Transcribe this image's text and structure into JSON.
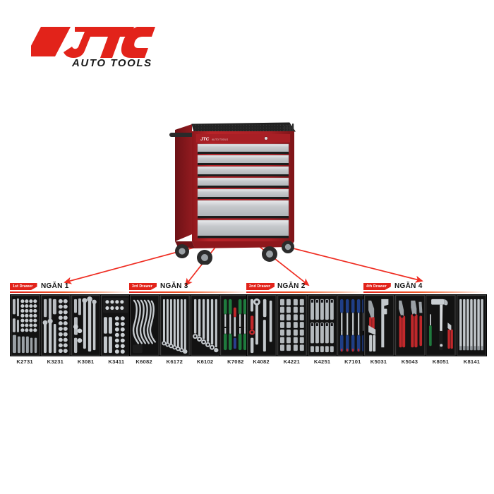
{
  "brand": {
    "name": "JTC",
    "tagline": "AUTO TOOLS",
    "red": "#e2231a",
    "black": "#1a1a1a"
  },
  "product": {
    "type": "roller-tool-cabinet",
    "body_color": "#b01f24",
    "drawer_color": "#c9cbcd",
    "drawer_count": 7,
    "caster_count": 4,
    "decal": "JTC"
  },
  "colors": {
    "accent": "#e2231a",
    "arrow": "#ef2d22",
    "background": "#ffffff",
    "tray": "#0d0d0d",
    "text": "#141414"
  },
  "panels": [
    {
      "ribbon": "1st Drawer",
      "title": "NGĂN 1",
      "items": [
        {
          "code": "K2731",
          "kind": "socket-set"
        },
        {
          "code": "K3231",
          "kind": "ratchet-set"
        },
        {
          "code": "K3081",
          "kind": "ratchet-extension-set"
        },
        {
          "code": "K3411",
          "kind": "deep-socket-set"
        }
      ]
    },
    {
      "ribbon": "3rd Drawer",
      "title": "NGĂN 3",
      "items": [
        {
          "code": "K6082",
          "kind": "offset-wrench-set"
        },
        {
          "code": "K6172",
          "kind": "combination-wrench-set"
        },
        {
          "code": "K6102",
          "kind": "ratchet-wrench-set"
        },
        {
          "code": "K7082",
          "kind": "green-screwdriver-set"
        }
      ]
    },
    {
      "ribbon": "2nd Drawer",
      "title": "NGĂN 2",
      "items": [
        {
          "code": "K4082",
          "kind": "impact-ratchet-set"
        },
        {
          "code": "K4221",
          "kind": "impact-socket-set"
        },
        {
          "code": "K4251",
          "kind": "bit-socket-set"
        },
        {
          "code": "K7101",
          "kind": "blue-screwdriver-set"
        }
      ]
    },
    {
      "ribbon": "4th Drawer",
      "title": "NGĂN 4",
      "items": [
        {
          "code": "K5031",
          "kind": "plier-wrench-set"
        },
        {
          "code": "K5043",
          "kind": "plier-set"
        },
        {
          "code": "K8051",
          "kind": "hammer-set"
        },
        {
          "code": "K8141",
          "kind": "punch-chisel-set"
        }
      ]
    }
  ]
}
